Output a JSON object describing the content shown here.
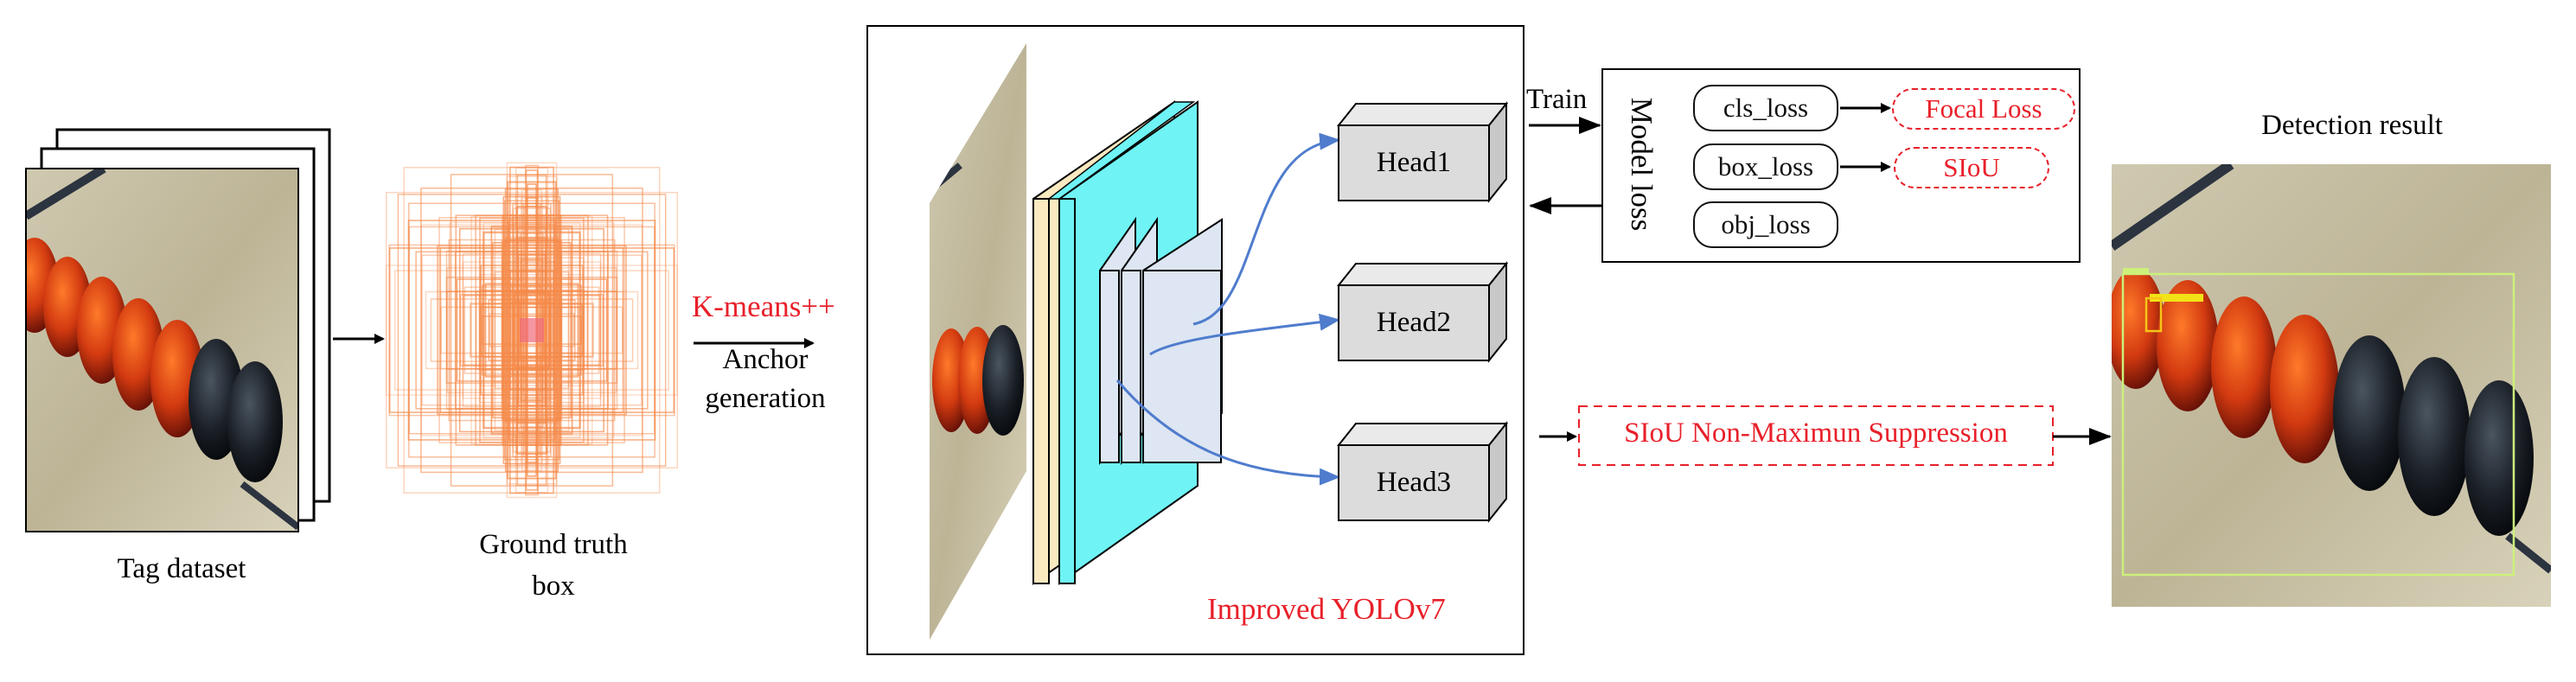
{
  "input": {
    "caption": "Tag dataset"
  },
  "ground_truth": {
    "caption_line1": "Ground truth",
    "caption_line2": "box"
  },
  "anchor": {
    "method": "K-means++",
    "label_line1": "Anchor",
    "label_line2": "generation"
  },
  "network": {
    "caption": "Improved YOLOv7",
    "heads": [
      "Head1",
      "Head2",
      "Head3"
    ]
  },
  "training": {
    "train_label": "Train",
    "model_loss_label": "Model loss",
    "losses": [
      "cls_loss",
      "box_loss",
      "obj_loss"
    ],
    "replacements": [
      "Focal Loss",
      "SIoU"
    ]
  },
  "postprocess": {
    "label": "SIoU Non-Maximun Suppression"
  },
  "output": {
    "caption": "Detection result"
  },
  "colors": {
    "accent_red": "#e8202a",
    "cyan_layer": "#6ff3f5",
    "cream_layer": "#fbe9c0",
    "feature_block": "#dde6f2",
    "arrow_blue": "#4f7ccd",
    "anchor_orange": "#f58a4a"
  }
}
